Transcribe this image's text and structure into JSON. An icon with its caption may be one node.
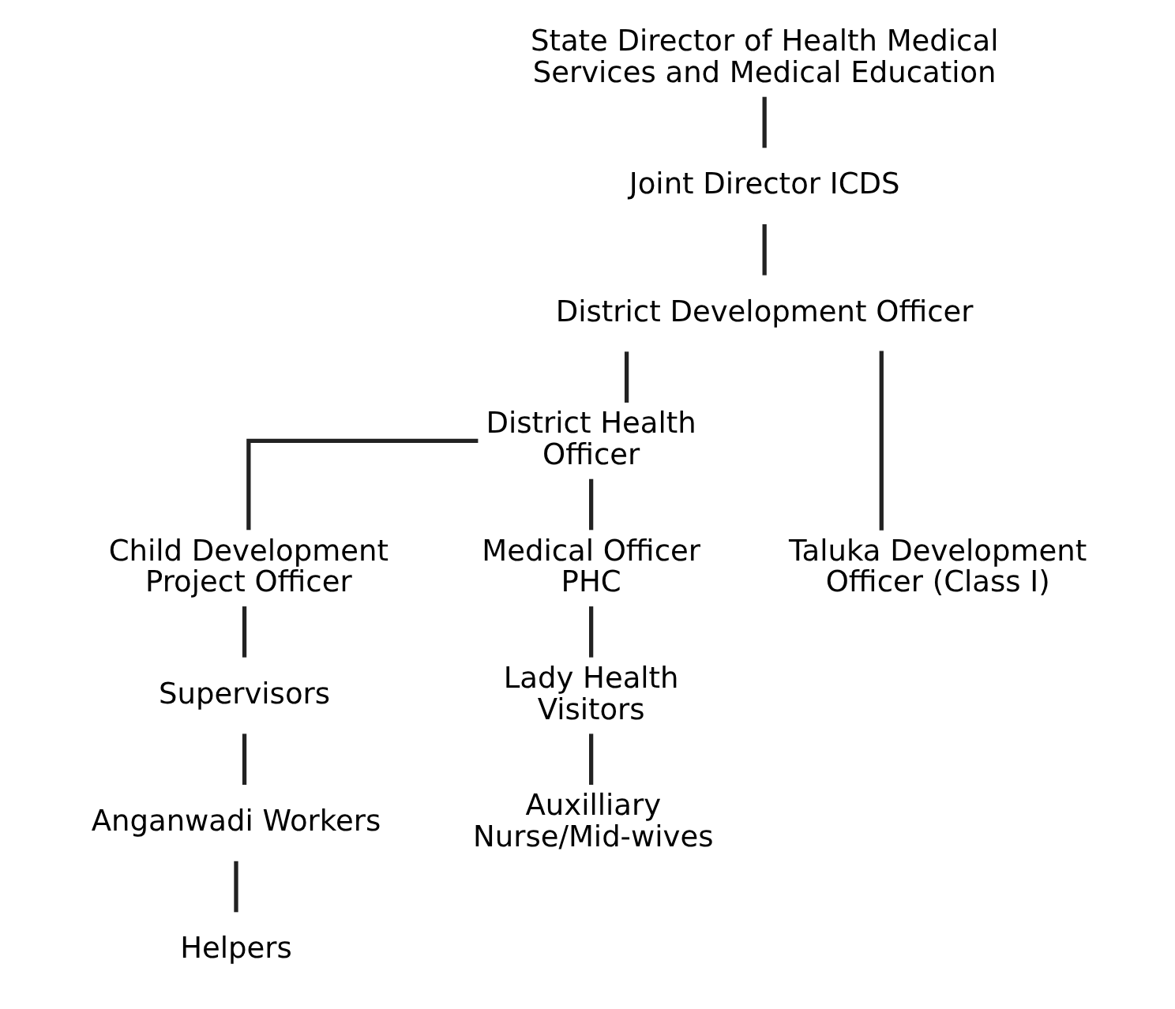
{
  "diagram": {
    "nodes": [
      {
        "text": [
          "State Director of Health Medical Services and Medical Education"
        ]
      },
      {
        "text": [
          "Joint Director ICDS"
        ]
      },
      {
        "text": [
          "District Development Officer"
        ]
      },
      {
        "text": [
          "District Health Officer"
        ]
      },
      {
        "text": [
          "Taluka Development Officer (Class I)"
        ]
      },
      {
        "text": [
          "Child Development Project Officer"
        ]
      },
      {
        "text": [
          "Medical Officer PHC"
        ]
      },
      {
        "text": [
          "Supervisors"
        ]
      },
      {
        "text": [
          "Lady Health Visitors"
        ]
      },
      {
        "text": [
          "Anganwadi Workers"
        ]
      },
      {
        "text": [
          "Auxilliary Nurse/Mid-wives"
        ]
      },
      {
        "text": [
          "Helpers"
        ]
      }
    ],
    "edges": [
      {
        "from": 0,
        "to": 1,
        "arrow": "none"
      },
      {
        "from": 1,
        "to": 2,
        "arrow": "none"
      },
      {
        "from": 2,
        "to": 4,
        "arrow": "none"
      },
      {
        "from": 2,
        "to": 3,
        "arrow": "none"
      },
      {
        "from": 3,
        "to": 5,
        "arrow": "none"
      },
      {
        "from": 3,
        "to": 6,
        "arrow": "none"
      },
      {
        "from": 5,
        "to": 7,
        "arrow": "none"
      },
      {
        "from": 7,
        "to": 9,
        "arrow": "none"
      },
      {
        "from": 9,
        "to": 11,
        "arrow": "none"
      },
      {
        "from": 6,
        "to": 8,
        "arrow": "none"
      },
      {
        "from": 8,
        "to": 10,
        "arrow": "none"
      }
    ]
  }
}
